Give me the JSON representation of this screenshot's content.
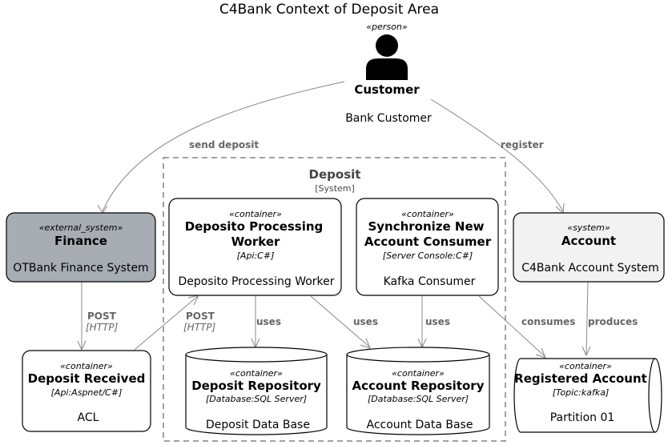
{
  "title": "C4Bank Context of Deposit Area",
  "colors": {
    "external_system_fill": "#a8adb4",
    "system_fill": "#f2f2f2",
    "container_fill": "#ffffff",
    "edge": "#888888",
    "label": "#666666",
    "person": "#000000"
  },
  "person": {
    "stereotype": "«person»",
    "name": "Customer",
    "description": "Bank Customer",
    "icon": "person-icon"
  },
  "finance": {
    "stereotype": "«external_system»",
    "name": "Finance",
    "description": "OTBank Finance System"
  },
  "account": {
    "stereotype": "«system»",
    "name": "Account",
    "description": "C4Bank Account System"
  },
  "deposit_boundary": {
    "name": "Deposit",
    "type": "[System]"
  },
  "deposito_worker": {
    "stereotype": "«container»",
    "name_line1": "Deposito Processing",
    "name_line2": "Worker",
    "tech": "[Api:C#]",
    "description": "Deposito Processing Worker"
  },
  "sync_consumer": {
    "stereotype": "«container»",
    "name_line1": "Synchronize New",
    "name_line2": "Account Consumer",
    "tech": "[Server Console:C#]",
    "description": "Kafka Consumer"
  },
  "deposit_received": {
    "stereotype": "«container»",
    "name": "Deposit Received",
    "tech": "[Api:Aspnet/C#]",
    "description": "ACL"
  },
  "deposit_repository": {
    "stereotype": "«container»",
    "name": "Deposit Repository",
    "tech": "[Database:SQL Server]",
    "description": "Deposit Data Base"
  },
  "account_repository": {
    "stereotype": "«container»",
    "name": "Account Repository",
    "tech": "[Database:SQL Server]",
    "description": "Account Data Base"
  },
  "registered_account": {
    "stereotype": "«container»",
    "name": "Registered Account",
    "tech": "[Topic:kafka]",
    "description": "Partition 01"
  },
  "relations": {
    "send_deposit": "send deposit",
    "register": "register",
    "finance_post": "POST",
    "finance_post_tech": "[HTTP]",
    "received_post": "POST",
    "received_post_tech": "[HTTP]",
    "worker_uses_deposit": "uses",
    "worker_uses_account": "uses",
    "sync_uses_account": "uses",
    "sync_consumes": "consumes",
    "account_produces": "produces"
  }
}
